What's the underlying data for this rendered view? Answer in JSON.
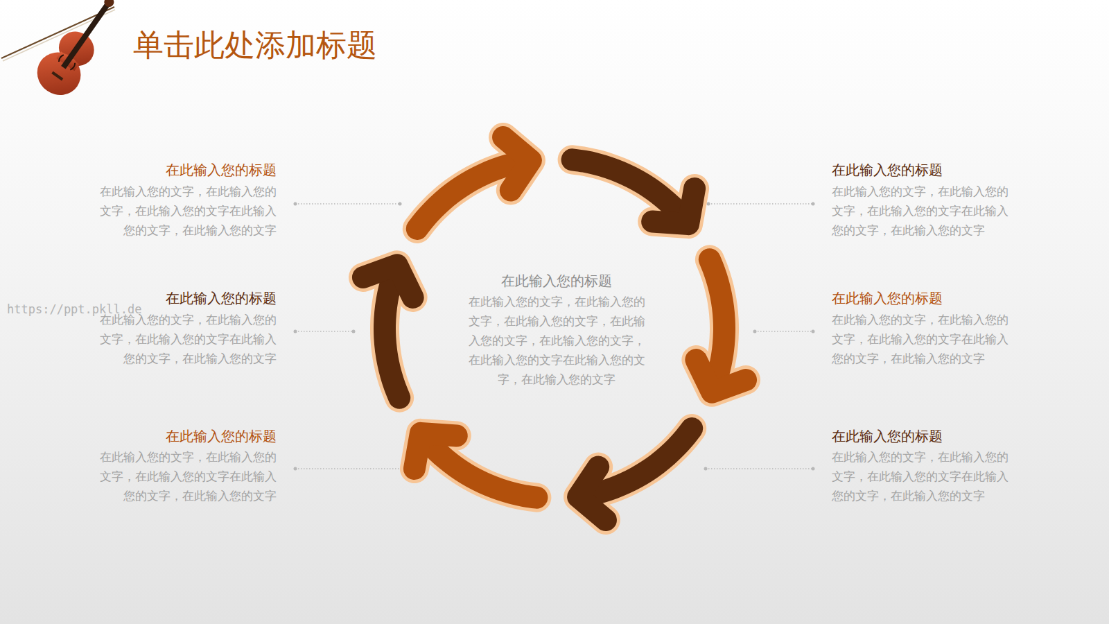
{
  "diagram": {
    "title": "单击此处添加标题",
    "labels": [
      "在此输入您的标题",
      "在此输入您的文字，在此输入您的 文字，在此输入您的文字在此输入 您的文字，在此输入您的文字",
      "在此输入您的标题",
      "在此输入您的文字，在此输入您的 文字，在此输入您的文字在此输入 您的文字，在此输入您的文字",
      "在此输入您的标题",
      "在此输入您的文字，在此输入您的 文字，在此输入您的文字，在此输 入您的文字，在此输入您的文字， 在此输入您的文字在此输入您的文 字，在此输入您的文字",
      "https://ppt.pkll.de",
      "在此输入您的标题",
      "在此输入您的文字，在此输入您的 文字，在此输入您的文字在此输入 您的文字，在此输入您的文字",
      "在此输入您的标题",
      "在此输入您的文字，在此输入您的 文字，在此输入您的文字在此输入 您的文字，在此输入您的文字",
      "在此输入您的标题",
      "在此输入您的文字，在此输入您的 文字，在此输入您的文字在此输入 您的文字，在此输入您的文字",
      "在此输入您的标题",
      "在此输入您的文字，在此输入您的 文字，在此输入您的文字在此输入 您的文字，在此输入您的文字"
    ]
  }
}
